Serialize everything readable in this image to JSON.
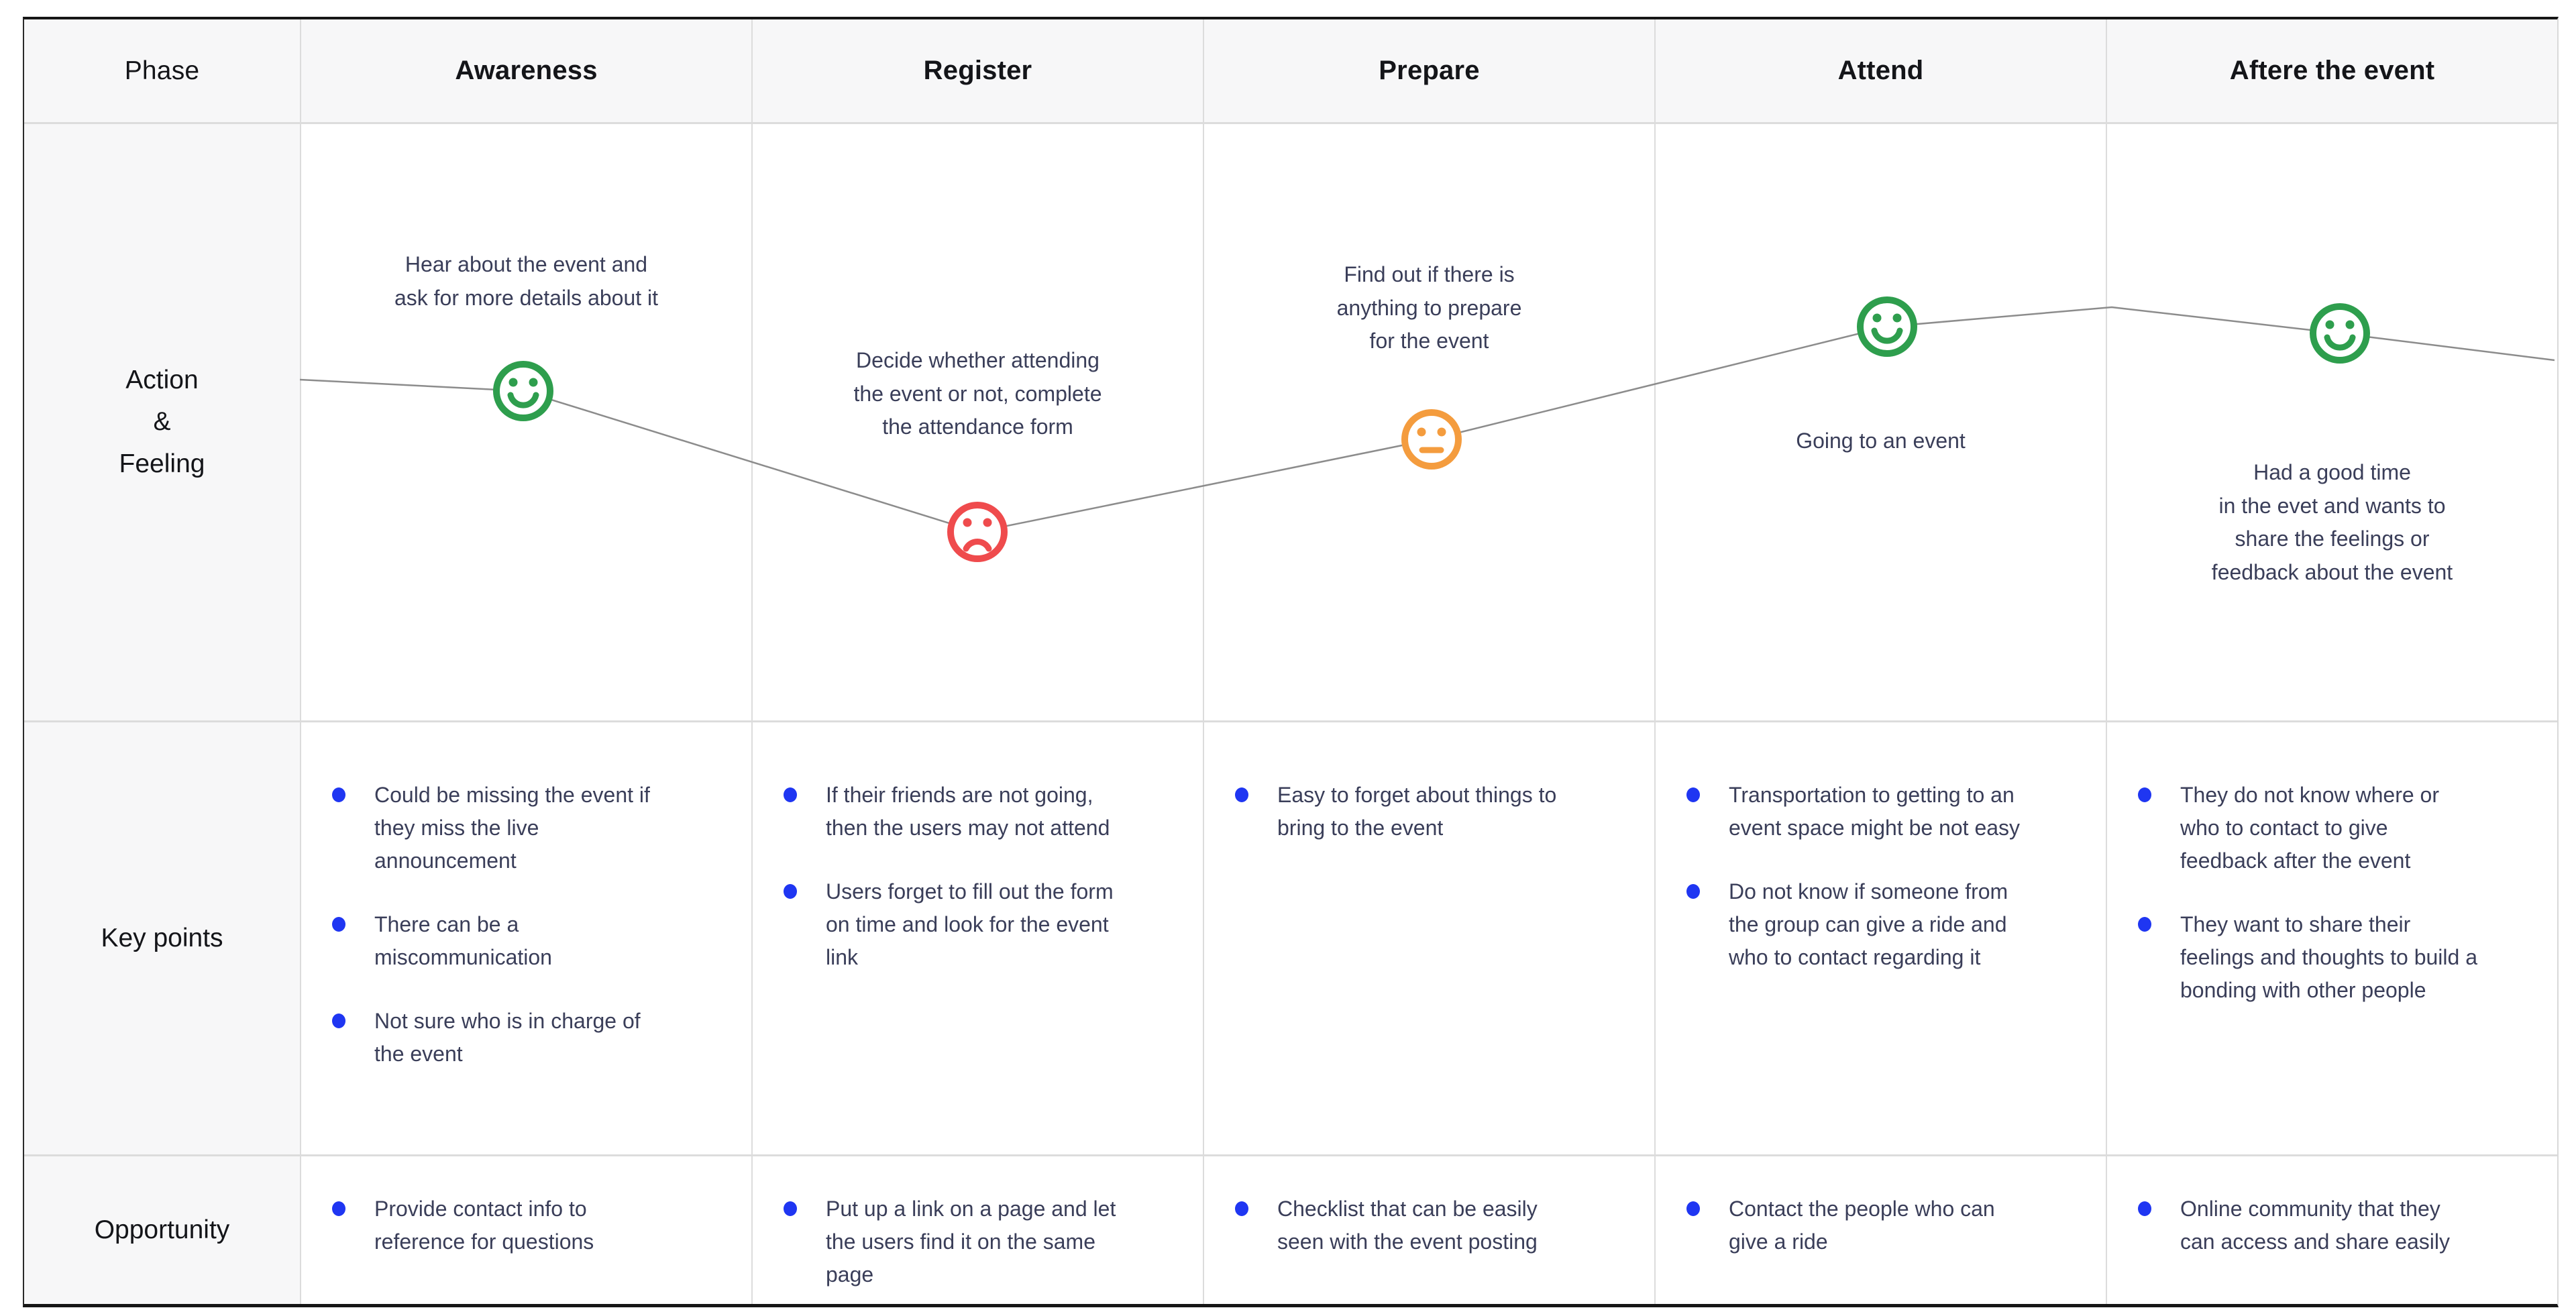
{
  "title": "Event user journey map",
  "colors": {
    "happy": "#2e9e4d",
    "sad": "#ef4b4d",
    "neutral": "#f49c3e",
    "line": "#8c8c8c",
    "bullet": "#1f36f2",
    "body_text": "#3a3e59",
    "label_text": "#141519",
    "label_bg": "#f7f7f8"
  },
  "header": {
    "phase": "Phase",
    "phases": [
      "Awareness",
      "Register",
      "Prepare",
      "Attend",
      "Aftere the event"
    ]
  },
  "action_row": {
    "label_lines": [
      "Action",
      "&",
      "Feeling"
    ],
    "cells": [
      {
        "phase": "Awareness",
        "mood": "happy",
        "lines": [
          "Hear about the event and",
          "ask for more details about it"
        ]
      },
      {
        "phase": "Register",
        "mood": "sad",
        "lines": [
          "Decide whether attending",
          "the event or not, complete",
          "the attendance form"
        ]
      },
      {
        "phase": "Prepare",
        "mood": "neutral",
        "lines": [
          "Find out if there is",
          "anything to prepare",
          "for the event"
        ]
      },
      {
        "phase": "Attend",
        "mood": "happy",
        "lines": [
          "Going to an event"
        ]
      },
      {
        "phase": "Aftere the event",
        "mood": "happy",
        "lines": [
          "Had a good time",
          "in the evet and wants to",
          "share the feelings or",
          "feedback about the event"
        ]
      }
    ]
  },
  "key_points": {
    "label": "Key points",
    "cells": [
      {
        "items": [
          "Could be missing the event if they miss the live announcement",
          "There can be a miscommunication",
          "Not sure who is in charge of the event"
        ]
      },
      {
        "items": [
          "If their friends are not going, then the users may not attend",
          "Users forget to fill out the form on time and look for the event link"
        ]
      },
      {
        "items": [
          "Easy to forget about things to bring to the event"
        ]
      },
      {
        "items": [
          "Transportation to getting to an event space might be not easy",
          "Do not know if someone from the group can give a ride and who to contact regarding it"
        ]
      },
      {
        "items": [
          "They do not know where or who to contact to give feedback after the event",
          "They want to share their feelings and thoughts to build a bonding with other people"
        ]
      }
    ]
  },
  "opportunity": {
    "label": "Opportunity",
    "cells": [
      {
        "items": [
          "Provide contact info to reference for questions"
        ]
      },
      {
        "items": [
          "Put up a link on a page and let the users find it on the same page"
        ]
      },
      {
        "items": [
          "Checklist that can be easily seen with the event posting"
        ]
      },
      {
        "items": [
          "Contact the people who can give a ride"
        ]
      },
      {
        "items": [
          "Online community that they can access and share easily"
        ]
      }
    ]
  }
}
